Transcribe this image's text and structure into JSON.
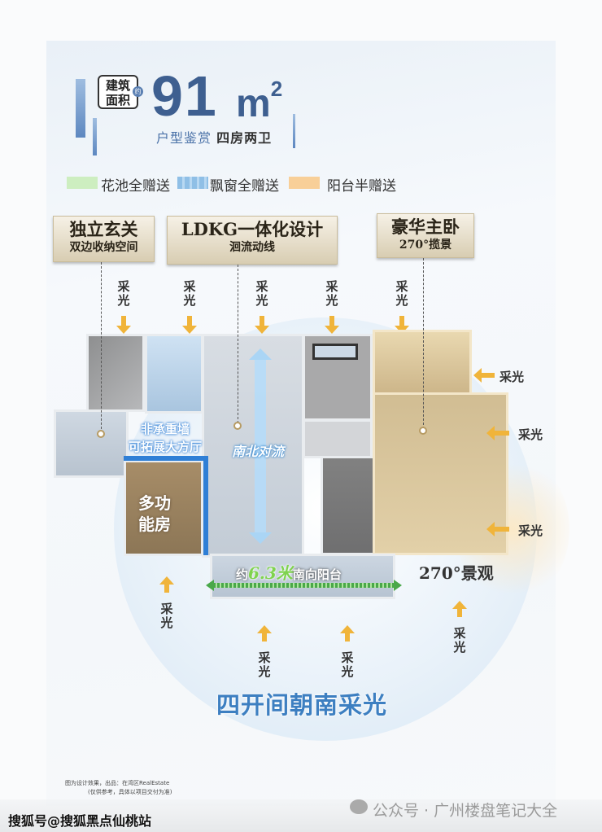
{
  "header": {
    "area_label_line1": "建筑",
    "area_label_line2": "面积",
    "approx": "约",
    "area_value": "91",
    "area_unit": "m",
    "area_unit_sup": "2",
    "subtitle_a": "户型鉴赏",
    "subtitle_b": "四房两卫"
  },
  "legend": [
    {
      "label": "花池全赠送",
      "color": "#cdeec0"
    },
    {
      "label": "飘窗全赠送",
      "color": "#8fbfe6"
    },
    {
      "label": "阳台半赠送",
      "color": "#f8cf98"
    }
  ],
  "callouts": {
    "entry": {
      "title": "独立玄关",
      "sub": "双边收纳空间"
    },
    "ldkg": {
      "title": "LDKG一体化设计",
      "sub": "洄流动线"
    },
    "master": {
      "title": "豪华主卧",
      "sub": "270°揽景"
    }
  },
  "light_label": "采光",
  "plan": {
    "wall_note_1": "非承重墙",
    "wall_note_2": "可拓展大方厅",
    "airflow": "南北对流",
    "multi_room_1": "多功",
    "multi_room_2": "能房",
    "balcony_pre": "约",
    "balcony_len": "6.3米",
    "balcony_post": "南向阳台",
    "view": "270°景观"
  },
  "slogan": "四开间朝南采光",
  "footnote_1": "图为设计效果，出品：在湾区RealEstate",
  "footnote_2": "(仅供参考，具体以项目交付为准)",
  "watermark_left": "搜狐号@搜狐黑点仙桃站",
  "watermark_right": "公众号 · 广州楼盘笔记大全"
}
